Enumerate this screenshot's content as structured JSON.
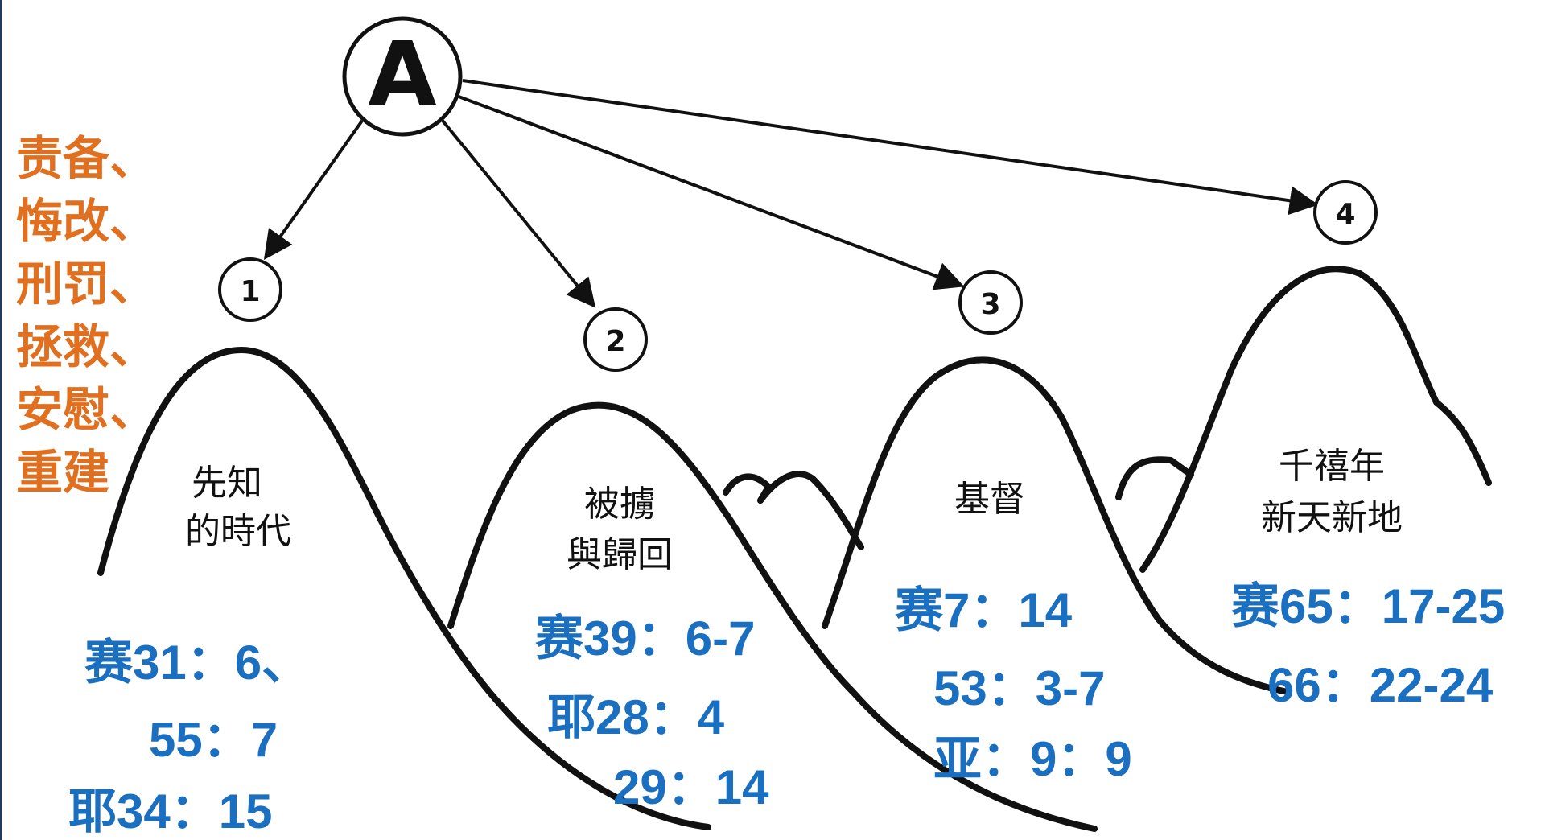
{
  "node_a": "A",
  "markers": [
    "1",
    "2",
    "3",
    "4"
  ],
  "peaks": {
    "prophets": [
      "先知",
      "的時代"
    ],
    "exile": [
      "被擄",
      "與歸回"
    ],
    "christ": [
      "基督"
    ],
    "millennium": [
      "千禧年",
      "新天新地"
    ]
  },
  "themes": [
    "责备、",
    "悔改、",
    "刑罚、",
    "拯救、",
    "安慰、",
    "重建"
  ],
  "references": {
    "r1": "赛31：6、",
    "r2": "55：7",
    "r3": "耶34：15",
    "r4": "赛39：6-7",
    "r5": "耶28：4",
    "r6": "29：14",
    "r7": "赛7：14",
    "r8": "53：3-7",
    "r9": "亚：9：9",
    "r10": "赛65：17-25",
    "r11": "66：22-24"
  },
  "colors": {
    "orange": "#e0701f",
    "blue": "#1a6fc0",
    "ink": "#111111"
  }
}
